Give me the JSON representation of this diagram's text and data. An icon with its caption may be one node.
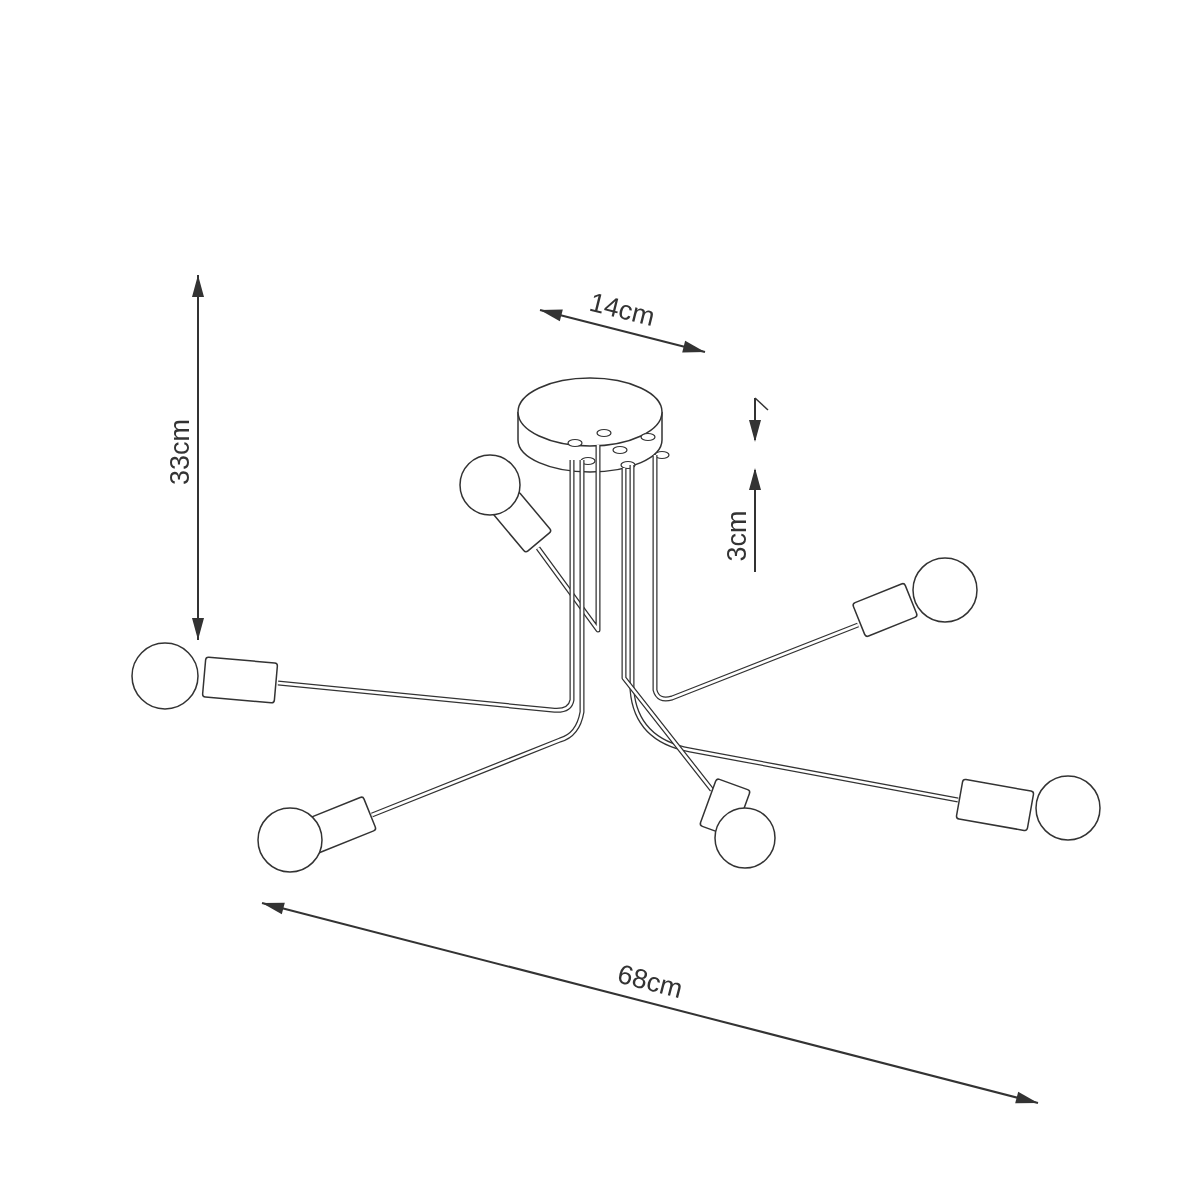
{
  "diagram": {
    "labels": [
      "14cm",
      "33cm",
      "3cm",
      "68cm"
    ]
  }
}
